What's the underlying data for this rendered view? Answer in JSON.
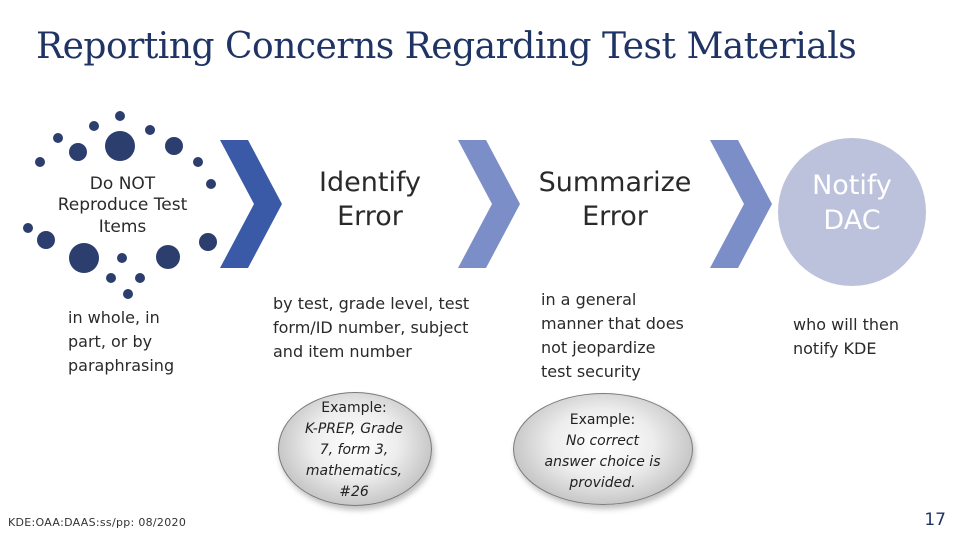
{
  "title": "Reporting Concerns Regarding Test Materials",
  "steps": [
    {
      "title_lines": [
        "Do NOT",
        "Reproduce Test",
        "Items"
      ],
      "description_lines": [
        "in whole, in",
        "part, or by",
        "paraphrasing"
      ]
    },
    {
      "title_lines": [
        "Identify",
        "Error"
      ],
      "description_lines": [
        "by test, grade level, test",
        "form/ID number, subject",
        "and item number"
      ],
      "example_label": "Example:",
      "example_lines": [
        "K-PREP, Grade",
        "7, form 3,",
        "mathematics,",
        "#26"
      ]
    },
    {
      "title_lines": [
        "Summarize",
        "Error"
      ],
      "description_lines": [
        "in a general",
        "manner that does",
        "not jeopardize",
        "test security"
      ],
      "example_label": "Example:",
      "example_lines": [
        "No correct",
        "answer choice is",
        "provided."
      ]
    },
    {
      "title_lines": [
        "Notify",
        "DAC"
      ],
      "description_lines": [
        "who will then",
        "notify KDE"
      ]
    }
  ],
  "footer": "KDE:OAA:DAAS:ss/pp: 08/2020",
  "page_number": "17",
  "colors": {
    "title": "#1f3464",
    "chevron_1": "#3a5aa8",
    "chevron_2": "#7c8ec8",
    "chevron_3": "#7c8ec8",
    "notify_circle": "#bcc2dc",
    "dots": "#2c3e6e"
  },
  "icons": [
    "dot-ring-graphic",
    "chevron-arrow-icon"
  ]
}
